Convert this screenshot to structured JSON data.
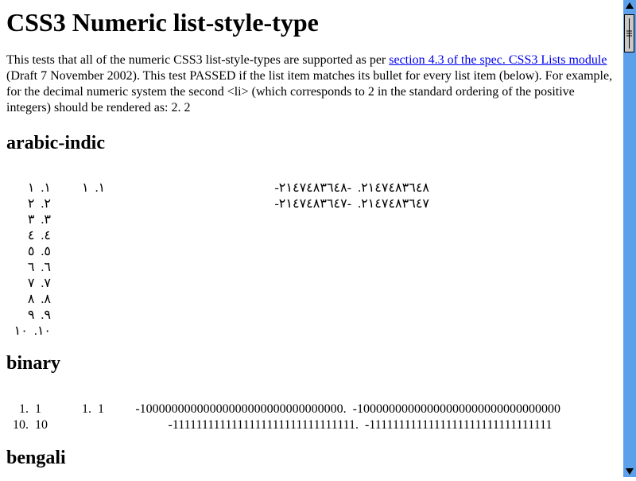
{
  "title": "CSS3 Numeric list-style-type",
  "intro": {
    "before_link": "This tests that all of the numeric CSS3 list-style-types are supported as per ",
    "link_text": "section 4.3 of the spec. CSS3 Lists module",
    "after_link": " (Draft 7 November 2002). This test PASSED if the list item matches its bullet for every list item (below). For example, for the decimal numeric system the second <li> (which corresponds to 2 in the standard ordering of the positive integers) should be rendered as: 2. 2"
  },
  "sections": {
    "arabic_indic": {
      "heading": "arabic-indic",
      "list1": [
        {
          "marker": "١.",
          "text": "١"
        },
        {
          "marker": "٢.",
          "text": "٢"
        },
        {
          "marker": "٣.",
          "text": "٣"
        },
        {
          "marker": "٤.",
          "text": "٤"
        },
        {
          "marker": "٥.",
          "text": "٥"
        },
        {
          "marker": "٦.",
          "text": "٦"
        },
        {
          "marker": "٧.",
          "text": "٧"
        },
        {
          "marker": "٨.",
          "text": "٨"
        },
        {
          "marker": "٩.",
          "text": "٩"
        },
        {
          "marker": "١٠.",
          "text": "١٠"
        }
      ],
      "list2": [
        {
          "marker": "١.",
          "text": "١"
        }
      ],
      "list3": [
        {
          "marker": "-٢١٤٧٤٨٣٦٤٨.",
          "text": "-٢١٤٧٤٨٣٦٤٨"
        },
        {
          "marker": "-٢١٤٧٤٨٣٦٤٧.",
          "text": "-٢١٤٧٤٨٣٦٤٧"
        }
      ]
    },
    "binary": {
      "heading": "binary",
      "list1": [
        {
          "marker": "1.",
          "text": "1"
        },
        {
          "marker": "10.",
          "text": "10"
        }
      ],
      "list2": [
        {
          "marker": "1.",
          "text": "1"
        }
      ],
      "list3": [
        {
          "marker": "-10000000000000000000000000000000.",
          "text": "-10000000000000000000000000000000"
        },
        {
          "marker": "-1111111111111111111111111111111.",
          "text": "-1111111111111111111111111111111"
        }
      ]
    },
    "bengali": {
      "heading": "bengali"
    }
  },
  "scrollbar": {
    "track_color": "#5ba0ea",
    "up_icon": "arrow-up-icon",
    "down_icon": "arrow-down-icon",
    "scroll_position": 0
  }
}
